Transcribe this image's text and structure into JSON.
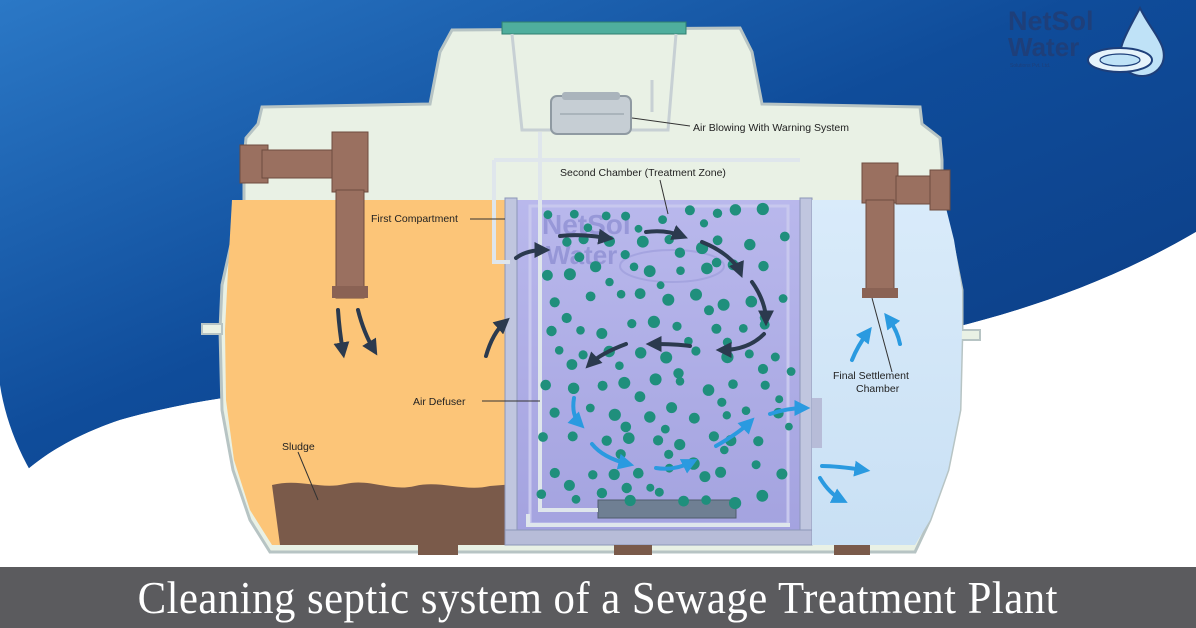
{
  "title": "Cleaning septic system of a Sewage Treatment Plant",
  "logo": {
    "line1": "NetSol",
    "line2": "Water",
    "tagline": "Solutions Pvt. Ltd."
  },
  "watermark": {
    "line1": "NetSol",
    "line2": "Water"
  },
  "labels": {
    "air_blowing": "Air Blowing With Warning System",
    "second_chamber": "Second Chamber (Treatment Zone)",
    "first_compartment": "First Compartment",
    "air_defuser": "Air Defuser",
    "sludge": "Sludge",
    "final_settlement_line1": "Final Settlement",
    "final_settlement_line2": "Chamber"
  },
  "colors": {
    "sky_dark": "#0d3d86",
    "sky_light": "#2f7dc9",
    "tank_lid": "#e9f1e5",
    "first_compartment": "#fcc578",
    "sludge": "#7a5a4a",
    "treatment_zone": "#a9a8e4",
    "settlement_chamber": "#cfe4f6",
    "pipe": "#9a7060",
    "bubble": "#1f8f7c",
    "arrow_dark": "#2b3a4e",
    "arrow_blue": "#2a9ae0",
    "title_bar": "#5b5b5e"
  },
  "icons": [
    "droplet-logo-icon",
    "inlet-pipe-icon",
    "outlet-pipe-icon",
    "air-blower-icon",
    "flow-arrow-icon"
  ]
}
